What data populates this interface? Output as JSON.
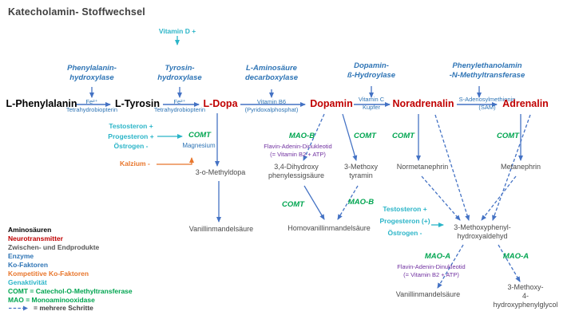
{
  "title": "Katecholamin- Stoffwechsel",
  "gene_activity_top": "Vitamin D +",
  "enzymes": [
    {
      "name": "Phenylalanin-\nhydroxylase",
      "cofactors": "Fe²⁺\nTetrahydrobiopterin"
    },
    {
      "name": "Tyrosin-\nhydroxylase",
      "cofactors": "Fe²⁺\nTetrahydrobiopterin"
    },
    {
      "name": "L-Aminosäure\ndecarboxylase",
      "cofactors": "Vitamin B6\n(Pyridoxalphosphat)"
    },
    {
      "name": "Dopamin-\nß-Hydroylase",
      "cofactors": "Vitamin C\nKupfer"
    },
    {
      "name": "Phenylethanolamin\n-N-Methyltransferase",
      "cofactors": "S-Adenosylmethionin\n(SAM)"
    }
  ],
  "pathway": [
    "L-Phenylalanin",
    "L-Tyrosin",
    "L-Dopa",
    "Dopamin",
    "Noradrenalin",
    "Adrenalin"
  ],
  "dopa_branch": {
    "hormones": "Testosteron +\nProgesteron +\nÖstrogen -",
    "enzyme": "COMT",
    "cofactor": "Magnesium",
    "competitive_cofactor": "Kalzium -",
    "intermediate": "3-o-Methyldopa",
    "end_product": "Vanillinmandelsäure"
  },
  "dopamin_branch": {
    "mao_b": "MAO-B",
    "mao_b_cofactor": "Flavin-Adenin-Dinukleotid\n(= Vitamin B2 + ATP)",
    "comt": "COMT",
    "intermediate_left": "3,4-Dihydroxy\nphenylessigsäure",
    "intermediate_right": "3-Methoxy\ntyramin",
    "comt_lower": "COMT",
    "mao_b_lower": "MAO-B",
    "end_product": "Homovanillinmandelsäure"
  },
  "noradrenalin_branch": {
    "comt": "COMT",
    "intermediate": "Normetanephrin"
  },
  "adrenalin_branch": {
    "comt": "COMT",
    "intermediate": "Metanephrin"
  },
  "aldehyde_branch": {
    "hormones": "Testosteron +\nProgesteron (+)\nÖstrogen -",
    "intermediate": "3-Methoxyphenyl-\nhydroxyaldehyd",
    "mao_a_left": "MAO-A",
    "mao_a_cofactor": "Flavin-Adenin-Dinukleotid\n(= Vitamin B2 + ATP)",
    "mao_a_right": "MAO-A",
    "end_product_left": "Vanillinmandelsäure",
    "end_product_right": "3-Methoxy-\n4-hydroxyphenylglycol"
  },
  "legend": {
    "items": [
      {
        "label": "Aminosäuren",
        "color": "#000000"
      },
      {
        "label": "Neurotransmitter",
        "color": "#C00000"
      },
      {
        "label": "Zwischen- und Endprodukte",
        "color": "#595959"
      },
      {
        "label": "Enzyme",
        "color": "#2E74B5"
      },
      {
        "label": "Ko-Faktoren",
        "color": "#2E74B5"
      },
      {
        "label": "Kompetitive Ko-Faktoren",
        "color": "#E8762C"
      },
      {
        "label": "Genaktivität",
        "color": "#2BB5C8"
      },
      {
        "label": "COMT = Catechol-O-Methyltransferase",
        "color": "#00A550"
      },
      {
        "label": "MAO = Monoaminooxidase",
        "color": "#00A550"
      }
    ],
    "dashed_arrow_label": "= mehrere Schritte"
  },
  "colors": {
    "amino_acid": "#000000",
    "neurotransmitter": "#C00000",
    "product": "#4a4a4a",
    "enzyme": "#2E74B5",
    "cofactor": "#2E74B5",
    "competitive_cofactor": "#E8762C",
    "gene_activity": "#2BB5C8",
    "comt_mao": "#00A550",
    "mao_cofactor": "#7030A0",
    "arrow": "#4472C4"
  }
}
